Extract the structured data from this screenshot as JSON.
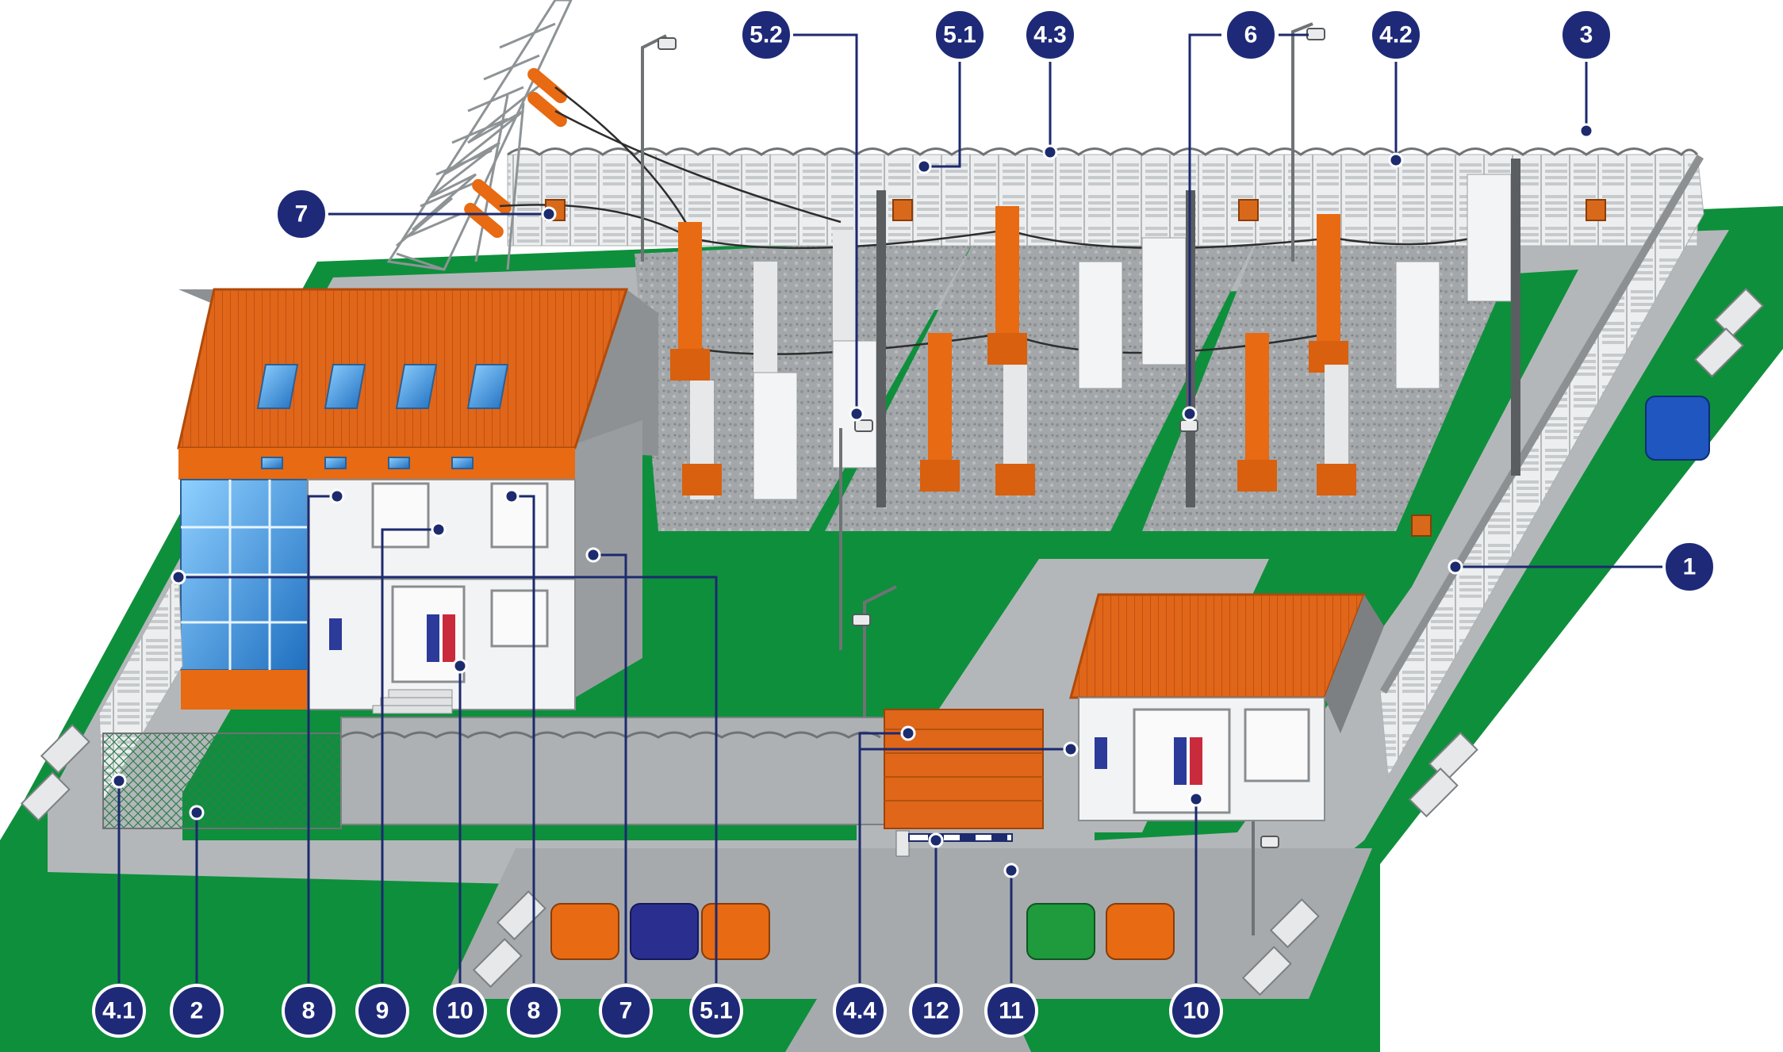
{
  "colors": {
    "marker_fill": "#1e2a78",
    "marker_ring": "#ffffff",
    "leader": "#1c2a6e",
    "grass": "#0e8f3c",
    "road": "#a9acaf",
    "gravel": "#9ea3a6",
    "roof": "#e0661a",
    "fence": "#e8eaeb",
    "glass": "#4aa6e8"
  },
  "markers": {
    "top": [
      "5.2",
      "5.1",
      "4.3",
      "6",
      "4.2",
      "3"
    ],
    "left": [
      "7"
    ],
    "right": [
      "1"
    ],
    "bottom": [
      "4.1",
      "2",
      "8",
      "9",
      "10",
      "8",
      "7",
      "5.1",
      "4.4",
      "12",
      "11",
      "10"
    ]
  },
  "icons": {
    "camera": "camera-icon",
    "lamp": "street-lamp-icon",
    "sensor": "sensor-box-icon",
    "turnstile": "turnstile-icon",
    "barrier": "barrier-gate-icon",
    "car": "car-icon"
  }
}
